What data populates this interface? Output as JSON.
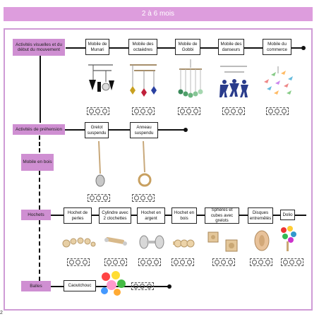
{
  "header": {
    "title": "2 à 6 mois"
  },
  "categories": [
    {
      "label": "Activités visuelles et du début du mouvement"
    },
    {
      "label": "Activités de préhension"
    },
    {
      "label": "Mobile en bois"
    },
    {
      "label": "Hochets"
    },
    {
      "label": "Balles"
    }
  ],
  "row1": [
    "Mobile de Munari",
    "Mobile des octaèdres",
    "Mobile de Gobbi",
    "Mobile des danseurs",
    "Mobile du commerce"
  ],
  "row2": [
    "Grelot suspendu",
    "Anneau suspendu"
  ],
  "row4": [
    "Hochet de perles",
    "Cylindre avec 2 clochettes",
    "Hochet en argent",
    "Hochet en bois",
    "Sphères et cubes avec grelots",
    "Disques entremêlés",
    "Dolio"
  ],
  "row5": [
    "Caoutchouc"
  ],
  "page_number": "2",
  "colors": {
    "header": "#dd9ddd",
    "frame": "#cf9bd6",
    "category": "#cf8fd2"
  }
}
